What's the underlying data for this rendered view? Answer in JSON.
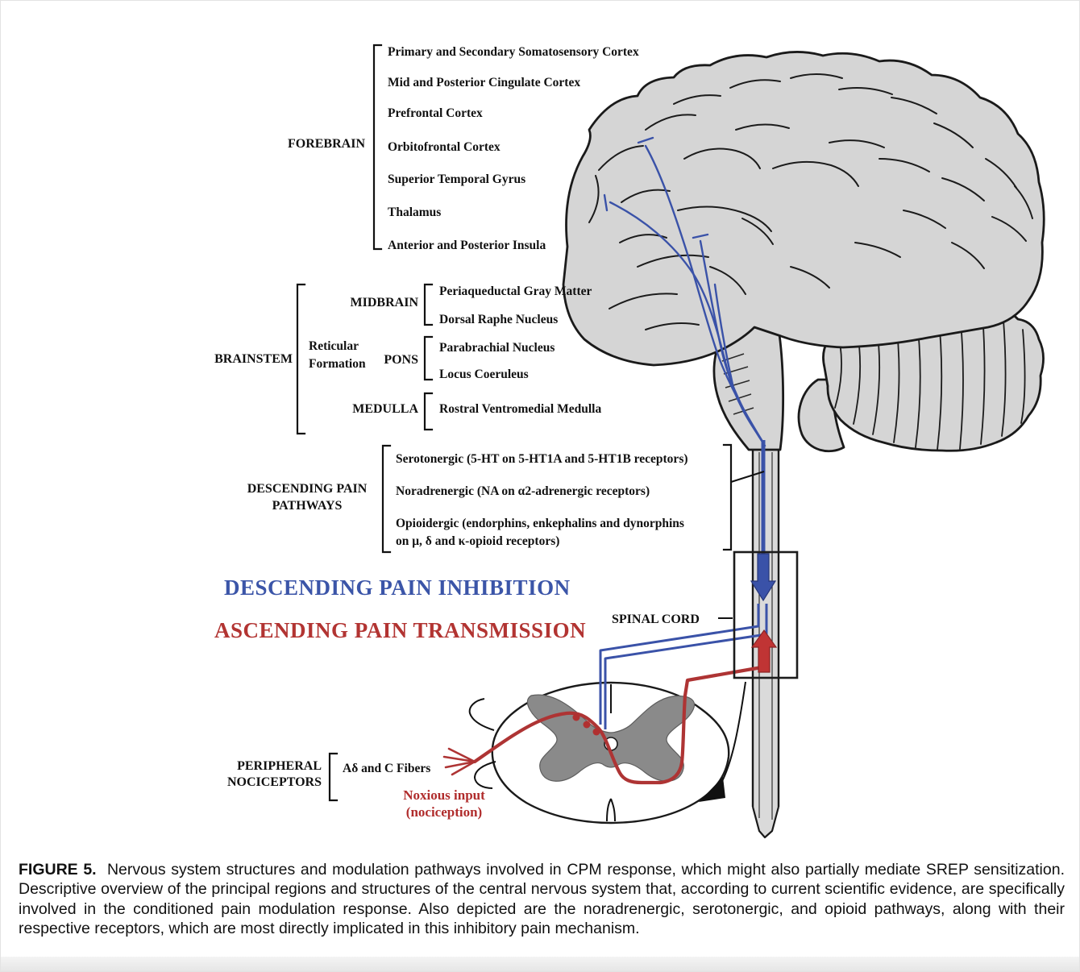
{
  "figure": {
    "forebrain": {
      "label": "FOREBRAIN",
      "items": [
        "Primary and Secondary Somatosensory Cortex",
        "Mid and Posterior Cingulate Cortex",
        "Prefrontal Cortex",
        "Orbitofrontal Cortex",
        "Superior Temporal Gyrus",
        "Thalamus",
        "Anterior and Posterior Insula"
      ]
    },
    "brainstem": {
      "label": "BRAINSTEM",
      "reticular_line1": "Reticular",
      "reticular_line2": "Formation",
      "midbrain": {
        "label": "MIDBRAIN",
        "items": [
          "Periaqueductal Gray Matter",
          "Dorsal Raphe Nucleus"
        ]
      },
      "pons": {
        "label": "PONS",
        "items": [
          "Parabrachial Nucleus",
          "Locus Coeruleus"
        ]
      },
      "medulla": {
        "label": "MEDULLA",
        "items": [
          "Rostral Ventromedial Medulla"
        ]
      }
    },
    "descending_pathways": {
      "label_line1": "DESCENDING PAIN",
      "label_line2": "PATHWAYS",
      "items": [
        "Serotonergic (5-HT on 5-HT1A and 5-HT1B receptors)",
        "Noradrenergic (NA on α2-adrenergic receptors)",
        "Opioidergic (endorphins, enkephalins and dynorphins",
        "on μ, δ and κ-opioid receptors)"
      ]
    },
    "titles": {
      "descending": "DESCENDING PAIN INHIBITION",
      "ascending": "ASCENDING PAIN TRANSMISSION"
    },
    "spinal_cord_label": "SPINAL CORD",
    "peripheral": {
      "label_line1": "PERIPHERAL",
      "label_line2": "NOCICEPTORS",
      "fibers": "Aδ and C Fibers",
      "noxious_line1": "Noxious input",
      "noxious_line2": "(nociception)"
    }
  },
  "caption": {
    "tag": "FIGURE 5.",
    "text": "Nervous system structures and modulation pathways involved in CPM response, which might also partially mediate SREP sensitization. Descriptive overview of the principal regions and structures of the central nervous system that, according to current scientific evidence, are specifically involved in the conditioned pain modulation response. Also depicted are the noradrenergic, serotonergic, and opioid pathways, along with their respective receptors, which are most directly implicated in this inhibitory pain mechanism."
  },
  "colors": {
    "inhibition_blue": "#3a52a8",
    "transmission_red": "#b23432",
    "brain_fill": "#d5d5d5",
    "gray_matter": "#8a8a8a",
    "outline_black": "#1a1a1a"
  }
}
